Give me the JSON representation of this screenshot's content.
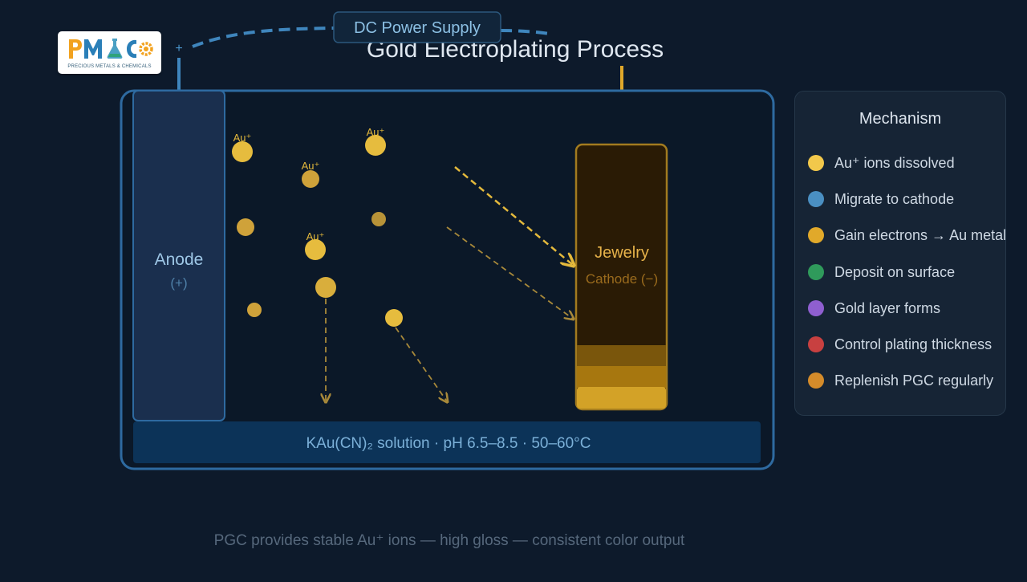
{
  "title": "Gold Electroplating Process",
  "power_supply": {
    "label": "DC Power Supply",
    "plus_sign": "+"
  },
  "logo": {
    "brand_letters": "PMAC",
    "tagline": "PRECIOUS METALS & CHEMICALS"
  },
  "anode": {
    "label": "Anode",
    "polarity": "(+)"
  },
  "cathode": {
    "label": "Jewelry",
    "sublabel": "Cathode (−)"
  },
  "ion_label": "Au⁺",
  "solution_label": "KAu(CN)₂ solution · pH 6.5–8.5 · 50–60°C",
  "footer": "PGC provides stable Au⁺ ions — high gloss — consistent color output",
  "mechanism": {
    "title": "Mechanism",
    "items": [
      {
        "label": "Au⁺ ions dissolved",
        "color": "#f2c84b"
      },
      {
        "label": "Migrate to cathode",
        "color": "#4a8fc2"
      },
      {
        "label": "Gain electrons → Au metal",
        "color": "#e1a92a"
      },
      {
        "label": "Deposit on surface",
        "color": "#2f9a5b"
      },
      {
        "label": "Gold layer forms",
        "color": "#8f5fd0"
      },
      {
        "label": "Control plating thickness",
        "color": "#c84040"
      },
      {
        "label": "Replenish PGC regularly",
        "color": "#d48b2a"
      }
    ]
  },
  "colors": {
    "background": "#0d1a2b",
    "tank_border": "#2e6aa0",
    "anode_fill": "#1a2f4e",
    "gold": "#e4b93c",
    "wire": "#3f86bd",
    "cathode_fill": "#2a1b05"
  }
}
